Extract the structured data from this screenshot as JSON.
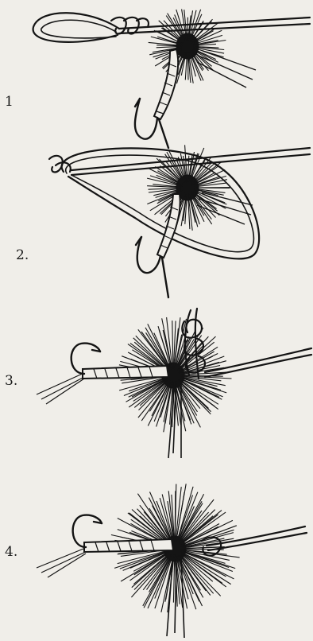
{
  "figure": {
    "steps": [
      {
        "label": "1"
      },
      {
        "label": "2."
      },
      {
        "label": "3."
      },
      {
        "label": "4."
      }
    ]
  },
  "colors": {
    "ink": "#141414",
    "paper": "#f0eee9"
  }
}
